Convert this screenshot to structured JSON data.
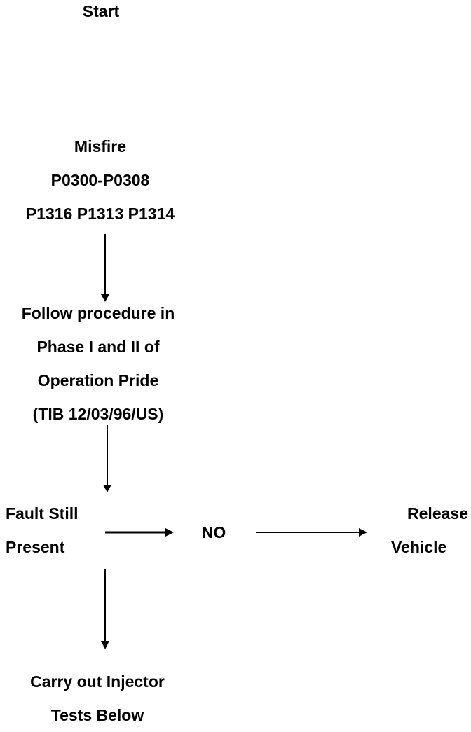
{
  "nodes": {
    "start": {
      "lines": [
        "Start"
      ]
    },
    "misfire": {
      "lines": [
        "Misfire",
        "P0300-P0308",
        "P1316 P1313 P1314"
      ]
    },
    "procedure": {
      "lines": [
        "Follow procedure in",
        "Phase I and II of",
        "Operation Pride",
        "(TIB 12/03/96/US)"
      ]
    },
    "fault": {
      "lines": [
        "Fault Still",
        "Present"
      ]
    },
    "no": {
      "lines": [
        "NO"
      ]
    },
    "release": {
      "lines": [
        "Release",
        "Vehicle"
      ]
    },
    "injector": {
      "lines": [
        "Carry out Injector",
        "Tests Below"
      ]
    }
  },
  "colors": {
    "text": "#000000",
    "line": "#000000",
    "background": "#ffffff"
  }
}
